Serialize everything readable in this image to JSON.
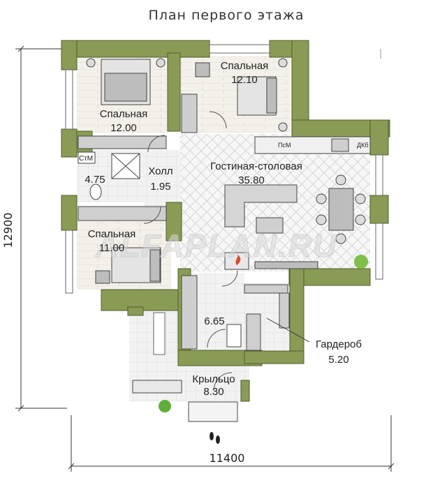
{
  "title": "План первого этажа",
  "watermark": "ALFAPLAN.RU",
  "dimensions": {
    "width": "11400",
    "height": "12900"
  },
  "rooms": [
    {
      "name": "Спальная",
      "area": "12.00"
    },
    {
      "name": "Спальная",
      "area": "12.10"
    },
    {
      "name": "Спальная",
      "area": "11.00"
    },
    {
      "name": "Холл",
      "area": "1.95"
    },
    {
      "name": "",
      "area": "4.75"
    },
    {
      "name": "Гостиная-столовая",
      "area": "35.80"
    },
    {
      "name": "",
      "area": "6.65"
    },
    {
      "name": "Гардероб",
      "area": "5.20"
    },
    {
      "name": "Крыльцо",
      "area": "8.30"
    }
  ],
  "fixture_labels": {
    "washer": "СтМ",
    "dishwasher": "ПсМ",
    "oven": "ДКб"
  },
  "colors": {
    "wall": "#8a9b55",
    "wall_stroke": "#4e5e2a",
    "floor": "#ffffff",
    "tile": "#ececec",
    "furniture": "#dcdcdc"
  }
}
